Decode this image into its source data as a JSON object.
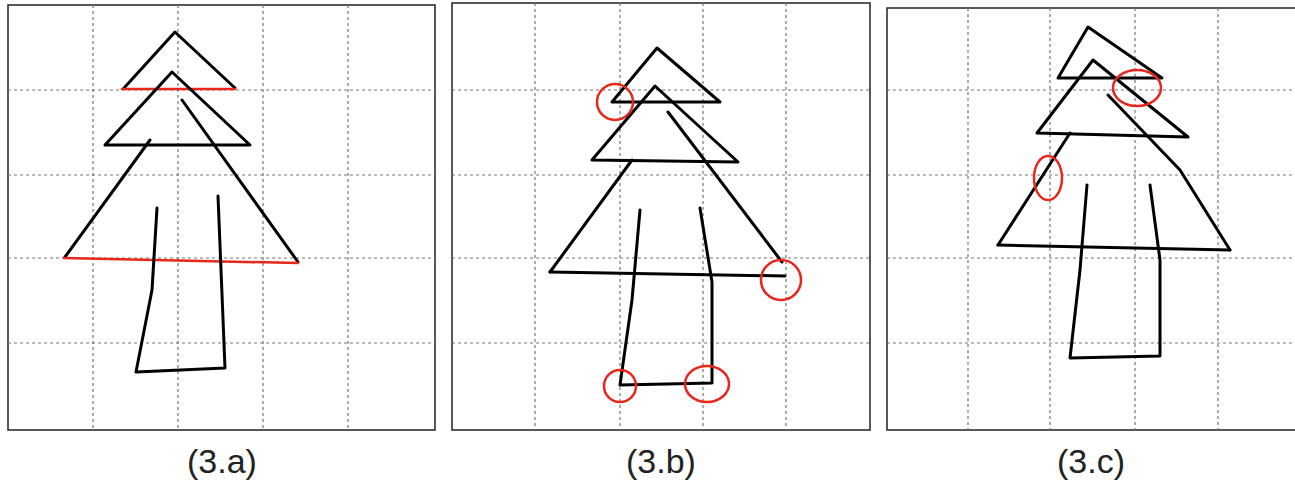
{
  "diagram": {
    "labels": [
      "(3.a)",
      "(3.b)",
      "(3.c)"
    ]
  }
}
